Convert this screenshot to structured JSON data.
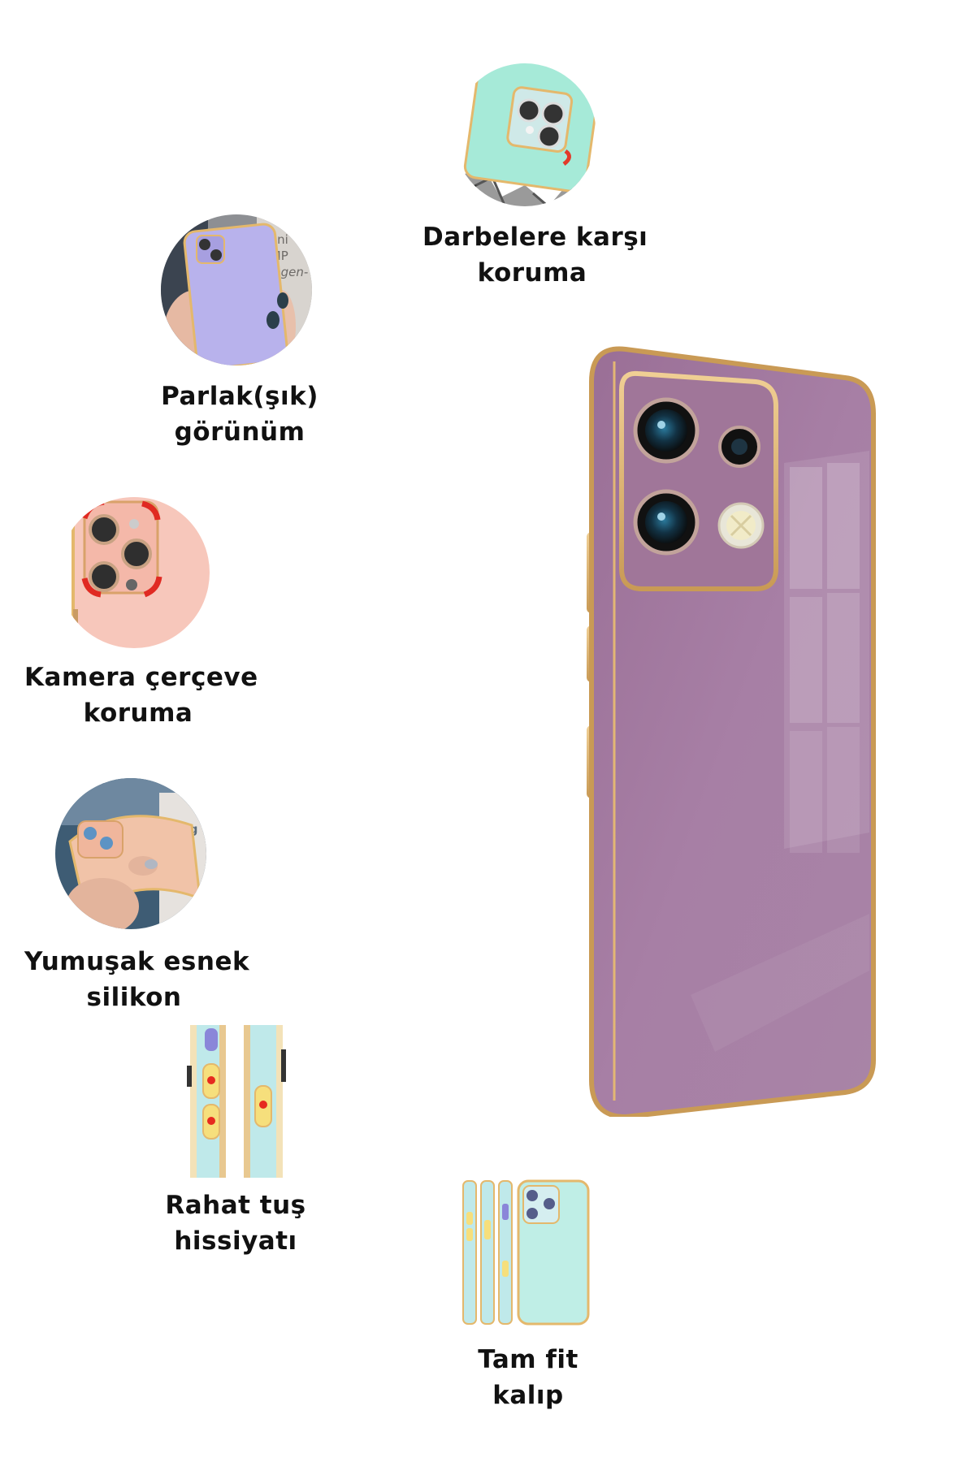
{
  "features": {
    "impact": {
      "line1": "Darbelere karşı",
      "line2": "koruma",
      "icon": "impact-protection-photo"
    },
    "glossy": {
      "line1": "Parlak(şık)",
      "line2": "görünüm",
      "icon": "glossy-case-photo"
    },
    "camera": {
      "line1": "Kamera çerçeve",
      "line2": "koruma",
      "icon": "camera-frame-photo"
    },
    "soft": {
      "line1": "Yumuşak esnek",
      "line2": "silikon",
      "icon": "soft-silicone-photo"
    },
    "buttons": {
      "line1": "Rahat tuş",
      "line2": "hissiyatı",
      "icon": "button-feel-photo"
    },
    "fit": {
      "line1": "Tam fit",
      "line2": "kalıp",
      "icon": "full-fit-photo"
    }
  },
  "product": {
    "icon": "phone-case-purple",
    "case_color": "#9b7399",
    "trim_color": "#e3b774"
  },
  "photo_texts": {
    "glossy_bg_sign": "Mini LIMP Häagen-",
    "soft_bg_sign": "Häag"
  }
}
